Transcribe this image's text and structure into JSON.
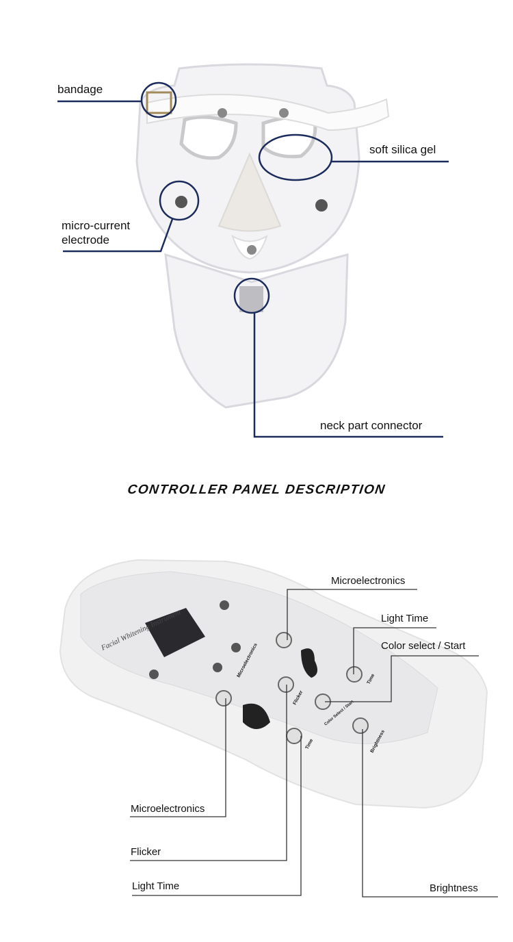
{
  "mask_section": {
    "labels": {
      "bandage": "bandage",
      "soft_silica_gel": "soft silica gel",
      "micro_current_line1": "micro-current",
      "micro_current_line2": "electrode",
      "neck_connector": "neck part connector"
    },
    "callout_color": "#1b2b5c"
  },
  "controller_section": {
    "title": "CONTROLLER PANEL DESCRIPTION",
    "device_text": "Facial Whitening Instrument",
    "labels": {
      "microelectronics_top": "Microelectronics",
      "light_time_top": "Light Time",
      "color_select_start": "Color select / Start",
      "microelectronics_bottom": "Microelectronics",
      "flicker": "Flicker",
      "light_time_bottom": "Light Time",
      "brightness": "Brightness"
    },
    "panel_labels": {
      "microelectronics": "Microelectronics",
      "flicker": "Flicker",
      "time1": "Time",
      "time2": "Time",
      "color_select_start": "Color Select / Start",
      "brightness": "Brightness"
    },
    "callout_color": "#333333"
  }
}
